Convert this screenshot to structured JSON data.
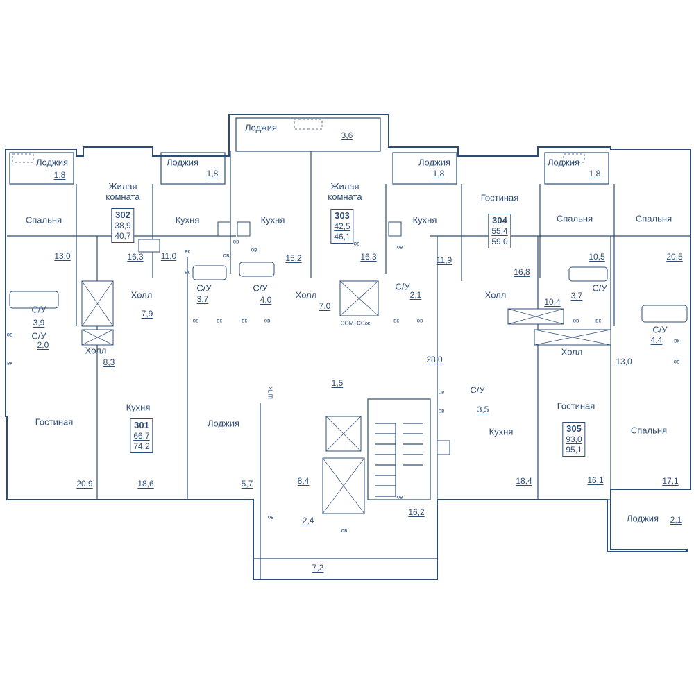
{
  "apartments": [
    {
      "number": "302",
      "area_living": "38,9",
      "area_total": "40,7"
    },
    {
      "number": "303",
      "area_living": "42,5",
      "area_total": "46,1"
    },
    {
      "number": "304",
      "area_living": "55,4",
      "area_total": "59,0"
    },
    {
      "number": "301",
      "area_living": "66,7",
      "area_total": "74,2"
    },
    {
      "number": "305",
      "area_living": "93,0",
      "area_total": "95,1"
    }
  ],
  "rooms": [
    {
      "label": "Лоджия",
      "area": "1,8"
    },
    {
      "label": "Жилая комната",
      "area": "16,3"
    },
    {
      "label": "Лоджия",
      "area": "1,8"
    },
    {
      "label": "Лоджия",
      "area": "3,6"
    },
    {
      "label": "Жилая комната",
      "area": "16,3"
    },
    {
      "label": "Лоджия",
      "area": "1,8"
    },
    {
      "label": "Гостиная",
      "area": "16,8"
    },
    {
      "label": "Лоджия",
      "area": "1,8"
    },
    {
      "label": "Спальня",
      "area": "13,0"
    },
    {
      "label": "Кухня",
      "area": "11,0"
    },
    {
      "label": "Кухня",
      "area": "15,2"
    },
    {
      "label": "Кухня",
      "area": "11,9"
    },
    {
      "label": "Спальня",
      "area": "10,5"
    },
    {
      "label": "Спальня",
      "area": "20,5"
    },
    {
      "label": "Холл",
      "area": "7,9"
    },
    {
      "label": "С/У",
      "area": "3,7"
    },
    {
      "label": "С/У",
      "area": "4,0"
    },
    {
      "label": "Холл",
      "area": "7,0"
    },
    {
      "label": "С/У",
      "area": "2,1"
    },
    {
      "label": "Холл",
      "area": "10,4"
    },
    {
      "label": "С/У",
      "area": "3,7"
    },
    {
      "label": "С/У",
      "area": "3,9"
    },
    {
      "label": "С/У",
      "area": "2,0"
    },
    {
      "label": "Холл",
      "area": "8,3"
    },
    {
      "label": "С/У",
      "area": "4,4"
    },
    {
      "label": "Холл",
      "area": "13,0"
    },
    {
      "label": "Гостиная",
      "area": "20,9"
    },
    {
      "label": "Кухня",
      "area": "18,6"
    },
    {
      "label": "Лоджия",
      "area": "5,7"
    },
    {
      "label": "С/У",
      "area": "3,5"
    },
    {
      "label": "Кухня",
      "area": "18,4"
    },
    {
      "label": "Гостиная",
      "area": "16,1"
    },
    {
      "label": "Спальня",
      "area": "17,1"
    },
    {
      "label": "Лоджия",
      "area": "2,1"
    }
  ],
  "common_areas": {
    "corridor": "28,0",
    "vestibule_1": "1,5",
    "vestibule_2": "8,4",
    "vestibule_3": "2,4",
    "stair": "16,2",
    "entry": "7,2"
  },
  "fixture_labels": {
    "ov": "ов",
    "vk": "вк",
    "eom": "ЭОМ+СС/ж",
    "shpk": "ШПК"
  }
}
